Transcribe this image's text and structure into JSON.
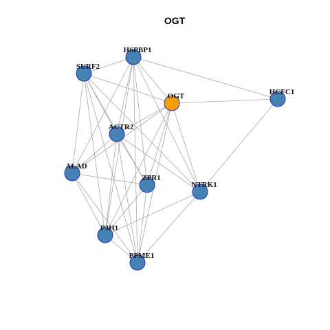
{
  "title": "OGT",
  "colors": {
    "node_fill": "#4682b4",
    "node_stroke": "#1f2fb8",
    "center_fill": "#f5a000",
    "center_stroke": "#1f2fb8",
    "edge": "#a8a8a8"
  },
  "nodes": [
    {
      "id": "HSPBP1",
      "label": "HSPBP1",
      "center": false
    },
    {
      "id": "SURF2",
      "label": "SURF2",
      "center": false
    },
    {
      "id": "OGT",
      "label": "OGT",
      "center": true
    },
    {
      "id": "HCFC1",
      "label": "HCFC1",
      "center": false
    },
    {
      "id": "ACTR2",
      "label": "ACTR2",
      "center": false
    },
    {
      "id": "ALAD",
      "label": "ALAD",
      "center": false
    },
    {
      "id": "ZPR1",
      "label": "ZPR1",
      "center": false
    },
    {
      "id": "NTRK1",
      "label": "NTRK1",
      "center": false
    },
    {
      "id": "P3H1",
      "label": "P3H1",
      "center": false
    },
    {
      "id": "PPME1",
      "label": "PPME1",
      "center": false
    }
  ],
  "edges": [
    [
      "HSPBP1",
      "SURF2"
    ],
    [
      "HSPBP1",
      "OGT"
    ],
    [
      "HSPBP1",
      "ACTR2"
    ],
    [
      "HSPBP1",
      "ALAD"
    ],
    [
      "HSPBP1",
      "ZPR1"
    ],
    [
      "HSPBP1",
      "NTRK1"
    ],
    [
      "HSPBP1",
      "P3H1"
    ],
    [
      "HSPBP1",
      "PPME1"
    ],
    [
      "HSPBP1",
      "HCFC1"
    ],
    [
      "SURF2",
      "OGT"
    ],
    [
      "SURF2",
      "ACTR2"
    ],
    [
      "SURF2",
      "ALAD"
    ],
    [
      "SURF2",
      "ZPR1"
    ],
    [
      "SURF2",
      "P3H1"
    ],
    [
      "SURF2",
      "PPME1"
    ],
    [
      "SURF2",
      "NTRK1"
    ],
    [
      "OGT",
      "HCFC1"
    ],
    [
      "OGT",
      "ACTR2"
    ],
    [
      "OGT",
      "ALAD"
    ],
    [
      "OGT",
      "ZPR1"
    ],
    [
      "OGT",
      "NTRK1"
    ],
    [
      "OGT",
      "P3H1"
    ],
    [
      "OGT",
      "PPME1"
    ],
    [
      "HCFC1",
      "NTRK1"
    ],
    [
      "ACTR2",
      "ALAD"
    ],
    [
      "ACTR2",
      "ZPR1"
    ],
    [
      "ACTR2",
      "NTRK1"
    ],
    [
      "ACTR2",
      "P3H1"
    ],
    [
      "ACTR2",
      "PPME1"
    ],
    [
      "ALAD",
      "ZPR1"
    ],
    [
      "ALAD",
      "P3H1"
    ],
    [
      "ALAD",
      "PPME1"
    ],
    [
      "ZPR1",
      "P3H1"
    ],
    [
      "ZPR1",
      "PPME1"
    ],
    [
      "NTRK1",
      "P3H1"
    ],
    [
      "NTRK1",
      "PPME1"
    ],
    [
      "P3H1",
      "PPME1"
    ]
  ]
}
